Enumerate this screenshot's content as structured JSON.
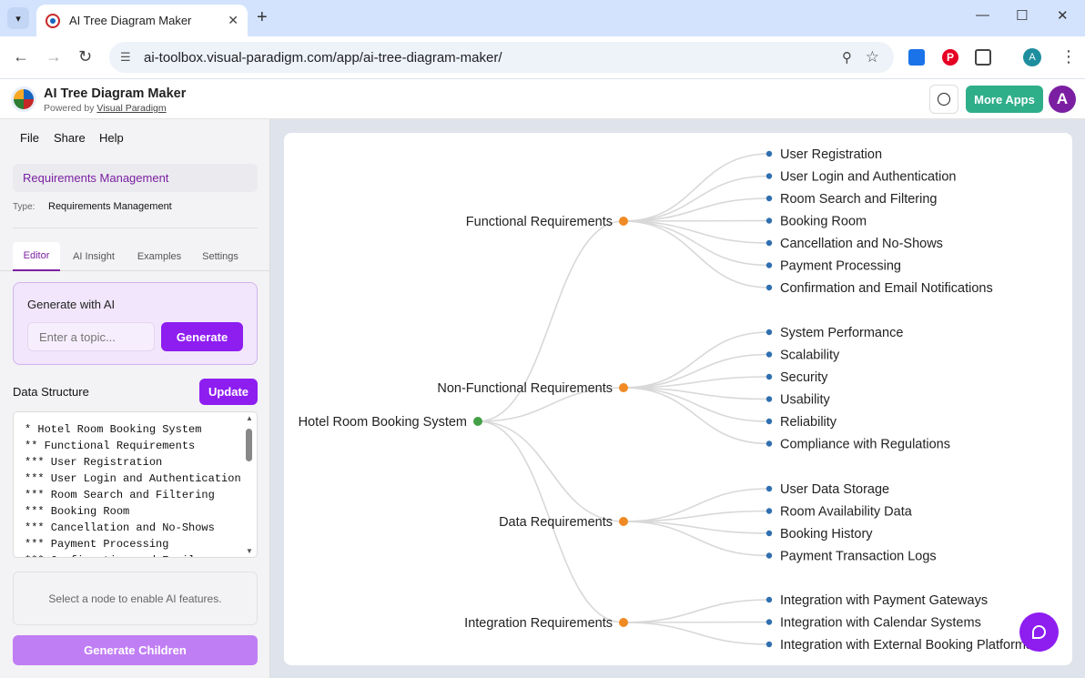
{
  "browser": {
    "tab_title": "AI Tree Diagram Maker",
    "url": "ai-toolbox.visual-paradigm.com/app/ai-tree-diagram-maker/",
    "profile_initial": "A",
    "pinterest_glyph": "P"
  },
  "header": {
    "title": "AI Tree Diagram Maker",
    "powered_prefix": "Powered by",
    "powered_link": "Visual Paradigm",
    "more_apps_label": "More Apps",
    "user_initial": "A",
    "accent_color": "#8e1df0",
    "more_apps_color": "#2fae8a"
  },
  "menu": {
    "file": "File",
    "share": "Share",
    "help": "Help"
  },
  "sidebar": {
    "diagram_name": "Requirements Management",
    "type_label": "Type:",
    "type_value": "Requirements Management",
    "tabs": [
      {
        "label": "Editor",
        "active": true
      },
      {
        "label": "AI Insight",
        "active": false
      },
      {
        "label": "Examples",
        "active": false
      },
      {
        "label": "Settings",
        "active": false
      }
    ],
    "generate": {
      "title": "Generate with AI",
      "placeholder": "Enter a topic...",
      "button": "Generate"
    },
    "data_structure": {
      "label": "Data Structure",
      "update_button": "Update",
      "text": "* Hotel Room Booking System\n** Functional Requirements\n*** User Registration\n*** User Login and Authentication\n*** Room Search and Filtering\n*** Booking Room\n*** Cancellation and No-Shows\n*** Payment Processing\n*** Confirmation and Email"
    },
    "hint": "Select a node to enable AI features.",
    "generate_children": "Generate Children"
  },
  "tree": {
    "root": "Hotel Room Booking System",
    "root_color": "#43a047",
    "branch_color": "#f08a24",
    "leaf_color": "#2f6fb0",
    "link_color": "#d8d8d8",
    "branches": [
      {
        "label": "Functional Requirements",
        "children": [
          "User Registration",
          "User Login and Authentication",
          "Room Search and Filtering",
          "Booking Room",
          "Cancellation and No-Shows",
          "Payment Processing",
          "Confirmation and Email Notifications"
        ]
      },
      {
        "label": "Non-Functional Requirements",
        "children": [
          "System Performance",
          "Scalability",
          "Security",
          "Usability",
          "Reliability",
          "Compliance with Regulations"
        ]
      },
      {
        "label": "Data Requirements",
        "children": [
          "User Data Storage",
          "Room Availability Data",
          "Booking History",
          "Payment Transaction Logs"
        ]
      },
      {
        "label": "Integration Requirements",
        "children": [
          "Integration with Payment Gateways",
          "Integration with Calendar Systems",
          "Integration with External Booking Platforms"
        ]
      }
    ]
  }
}
